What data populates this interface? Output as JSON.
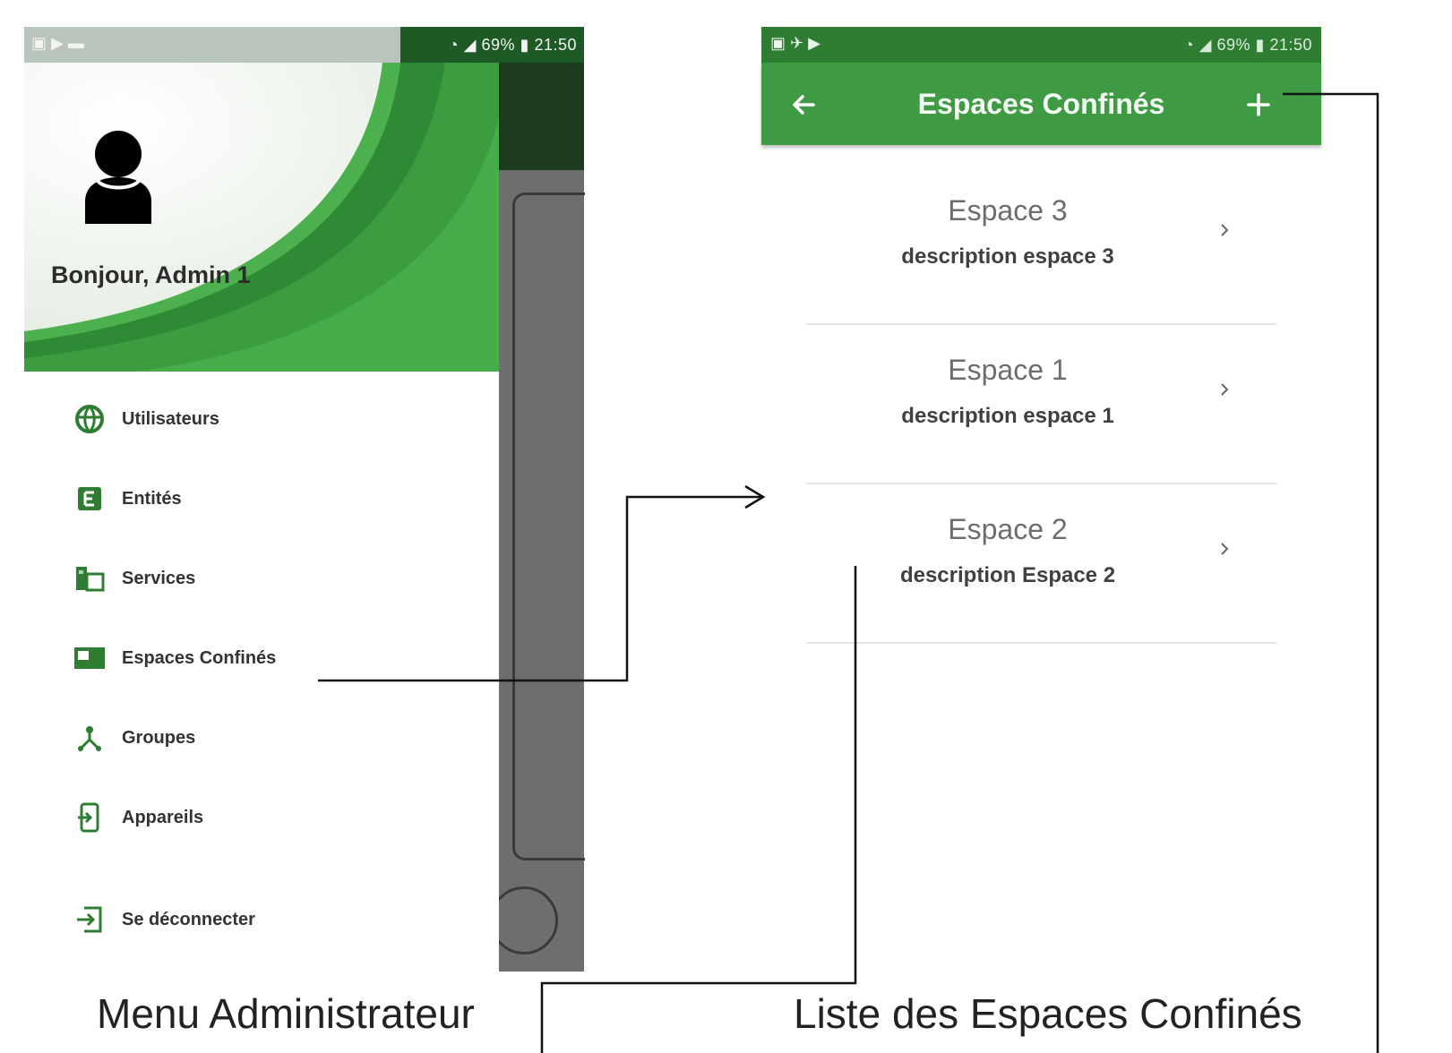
{
  "left_phone": {
    "status_bar": {
      "battery": "69%",
      "time": "21:50"
    },
    "greeting": "Bonjour, Admin 1",
    "menu_items": [
      {
        "label": "Utilisateurs",
        "icon": "users-globe-icon"
      },
      {
        "label": "Entités",
        "icon": "entity-e-icon"
      },
      {
        "label": "Services",
        "icon": "services-icon"
      },
      {
        "label": "Espaces Confinés",
        "icon": "confined-space-icon"
      },
      {
        "label": "Groupes",
        "icon": "groups-icon"
      },
      {
        "label": "Appareils",
        "icon": "device-icon"
      }
    ],
    "logout": {
      "label": "Se déconnecter",
      "icon": "logout-icon"
    }
  },
  "right_phone": {
    "status_bar": {
      "battery": "69%",
      "time": "21:50"
    },
    "title": "Espaces Confinés",
    "items": [
      {
        "title": "Espace 3",
        "description": "description espace 3"
      },
      {
        "title": "Espace 1",
        "description": "description espace 1"
      },
      {
        "title": "Espace 2",
        "description": "description Espace 2"
      }
    ]
  },
  "captions": {
    "left": "Menu Administrateur",
    "right": "Liste des Espaces Confinés"
  },
  "colors": {
    "primary_green": "#3f9a44",
    "dark_green": "#1d5a25",
    "light_green": "#4cb04f"
  }
}
